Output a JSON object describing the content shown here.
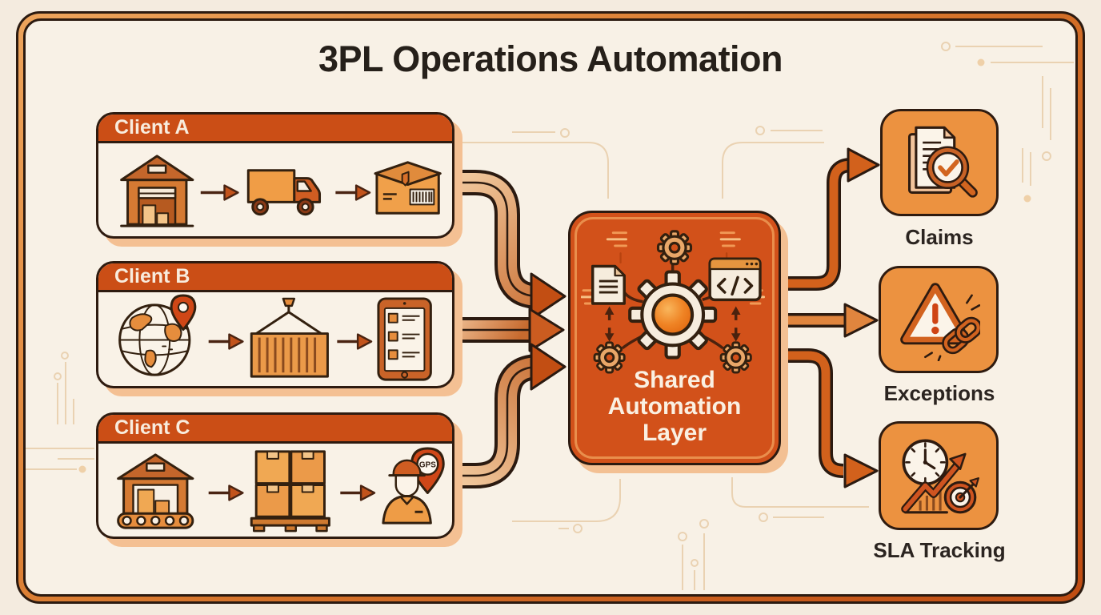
{
  "title": "3PL Operations Automation",
  "clients": [
    {
      "label": "Client A",
      "steps": [
        "warehouse",
        "delivery-truck",
        "package-barcode"
      ]
    },
    {
      "label": "Client B",
      "steps": [
        "globe-location",
        "shipping-container",
        "tablet-checklist"
      ]
    },
    {
      "label": "Client C",
      "steps": [
        "warehouse-conveyor",
        "pallet-boxes",
        "courier-gps"
      ]
    }
  ],
  "gps_badge": "GPS",
  "hub": {
    "line1": "Shared",
    "line2": "Automation",
    "line3": "Layer"
  },
  "outputs": [
    {
      "label": "Claims",
      "icon": "claims-document-magnifier"
    },
    {
      "label": "Exceptions",
      "icon": "warning-triangle-chain"
    },
    {
      "label": "SLA Tracking",
      "icon": "clock-trend-target"
    }
  ],
  "colors": {
    "background": "#f8f1e6",
    "frame_orange": "#d97a2f",
    "header_orange": "#cb4e16",
    "hub_orange": "#d2511a",
    "card_orange": "#ec9240",
    "outline_dark": "#2e1b10",
    "text_dark": "#26201a",
    "text_cream": "#f9efe2",
    "trace_tan": "#ead2b2"
  }
}
